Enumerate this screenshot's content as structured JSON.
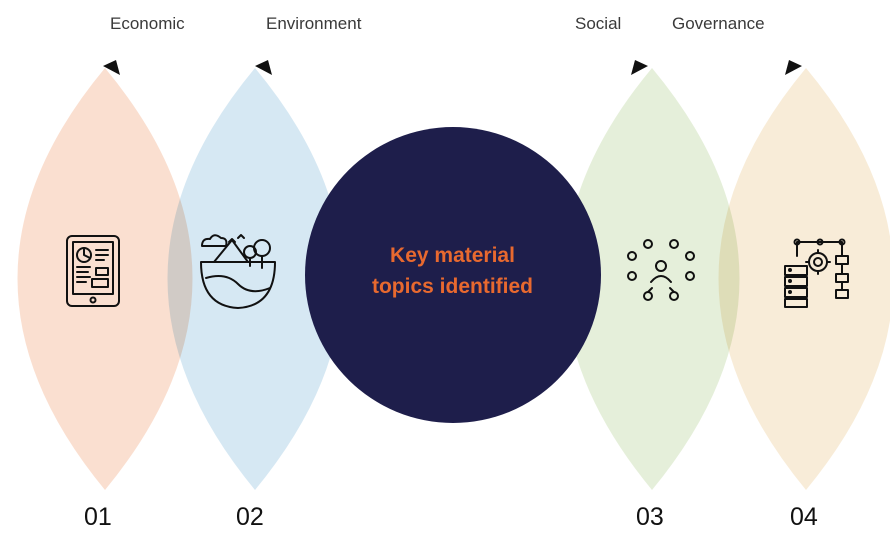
{
  "center": {
    "line1": "Key material",
    "line2": "topics identified",
    "fill_color": "#1e1e4b",
    "text_color": "#e8692f"
  },
  "topics": [
    {
      "label": "Economic",
      "number": "01",
      "color": "#f9d9c8",
      "icon": "tablet-report-icon"
    },
    {
      "label": "Environment",
      "number": "02",
      "color": "#cfe4f1",
      "icon": "landscape-nature-icon"
    },
    {
      "label": "Social",
      "number": "03",
      "color": "#e0ecd4",
      "icon": "people-network-icon"
    },
    {
      "label": "Governance",
      "number": "04",
      "color": "#f7e9d1",
      "icon": "server-gear-icon"
    }
  ]
}
